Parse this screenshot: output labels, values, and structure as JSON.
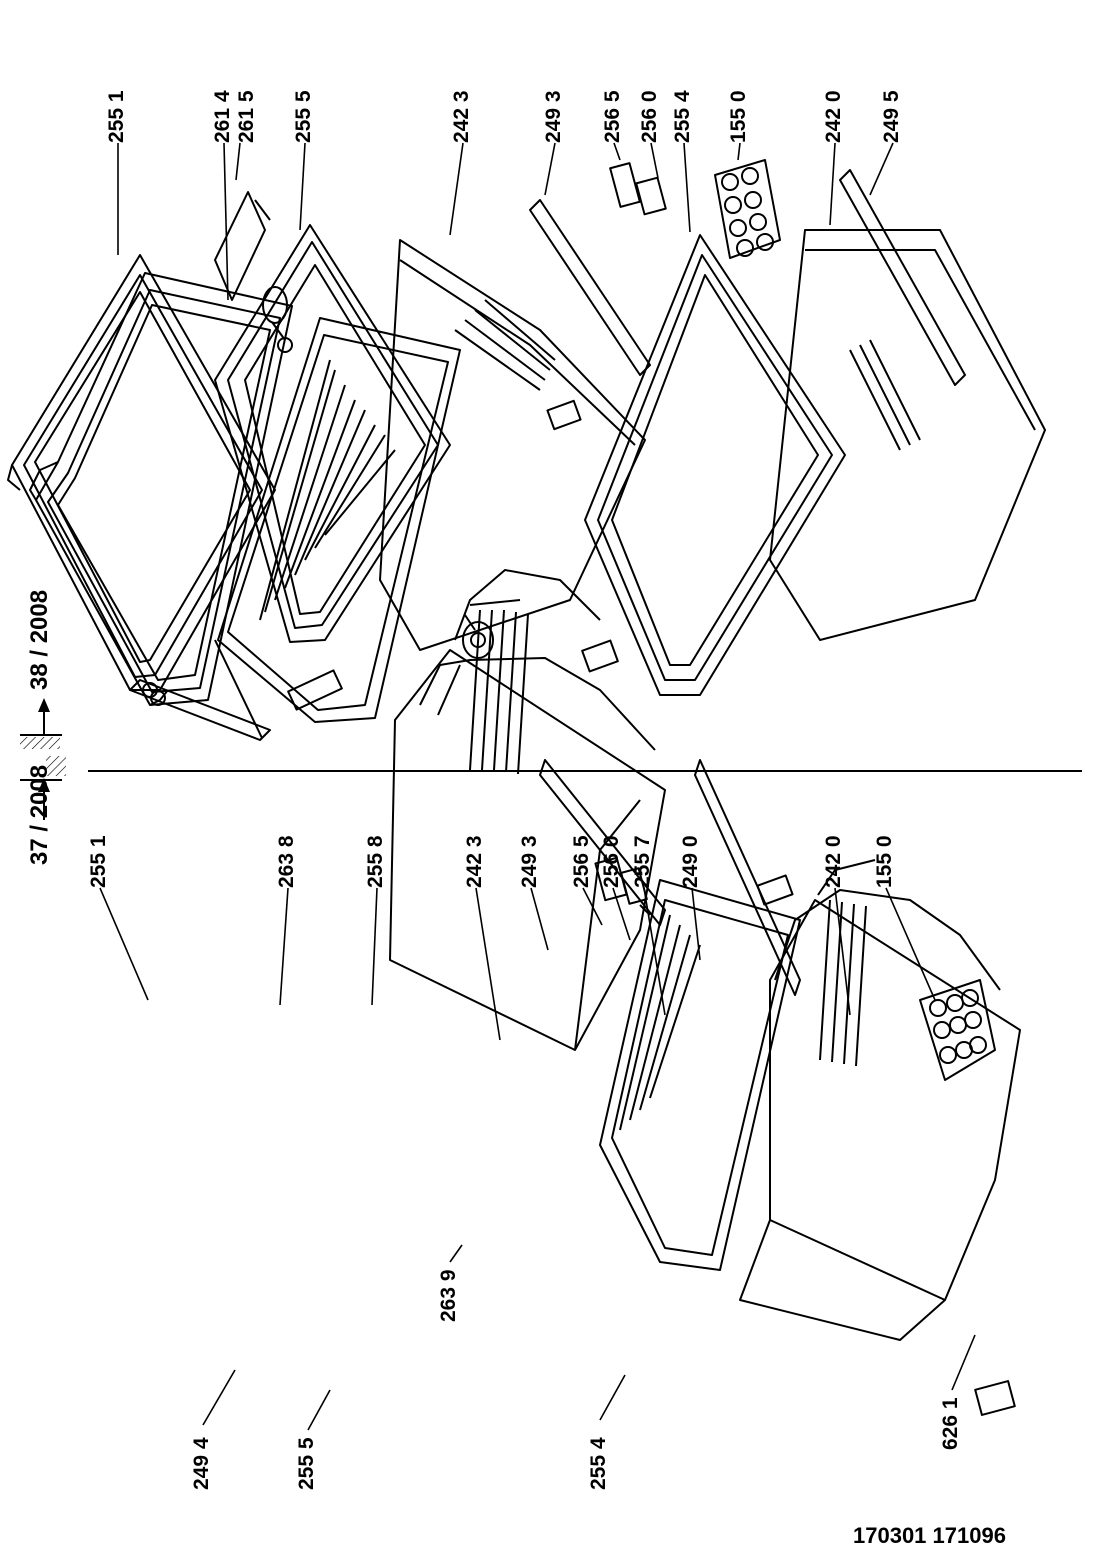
{
  "header": {
    "left_model": "37 / 2008",
    "right_model": "38 / 2008"
  },
  "left_view": {
    "labels": {
      "l2551": "255 1",
      "l2638": "263 8",
      "l2558": "255 8",
      "l2423": "242 3",
      "l2493": "249 3",
      "l2565": "256 5",
      "l2560": "256 0",
      "l2557": "255 7",
      "l2490": "249 0",
      "l2420": "242 0",
      "l1550": "155 0",
      "l2494": "249 4",
      "l2555": "255 5",
      "l2639": "263 9",
      "l2554": "255 4",
      "l6261": "626 1"
    }
  },
  "right_view": {
    "labels": {
      "r2551": "255 1",
      "r2614": "261 4",
      "r2615": "261 5",
      "r2555": "255 5",
      "r2423": "242 3",
      "r2493": "249 3",
      "r2565": "256 5",
      "r2560": "256 0",
      "r2554": "255 4",
      "r1550": "155 0",
      "r2420": "242 0",
      "r2495": "249 5"
    }
  },
  "footer": {
    "codes": "170301  171096"
  }
}
